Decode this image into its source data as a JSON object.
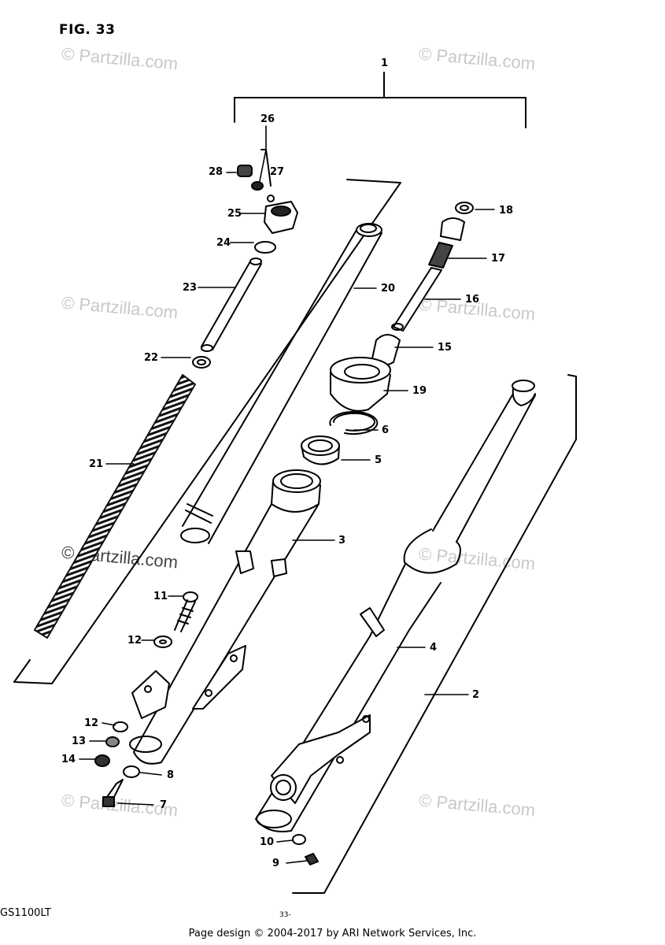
{
  "figure": {
    "title": "FIG. 33",
    "model": "GS1100LT",
    "page_number": "33-",
    "footer": "Page design © 2004-2017 by ARI Network Services, Inc."
  },
  "watermark": {
    "text": "© Partzilla.com"
  },
  "callouts": {
    "c1": "1",
    "c2": "2",
    "c3": "3",
    "c4": "4",
    "c5": "5",
    "c6": "6",
    "c7": "7",
    "c8": "8",
    "c9": "9",
    "c10": "10",
    "c11": "11",
    "c12a": "12",
    "c12b": "12",
    "c13": "13",
    "c14": "14",
    "c15": "15",
    "c16": "16",
    "c17": "17",
    "c18": "18",
    "c19": "19",
    "c20": "20",
    "c21": "21",
    "c22": "22",
    "c23": "23",
    "c24": "24",
    "c25": "25",
    "c26": "26",
    "c27": "27",
    "c28": "28"
  }
}
